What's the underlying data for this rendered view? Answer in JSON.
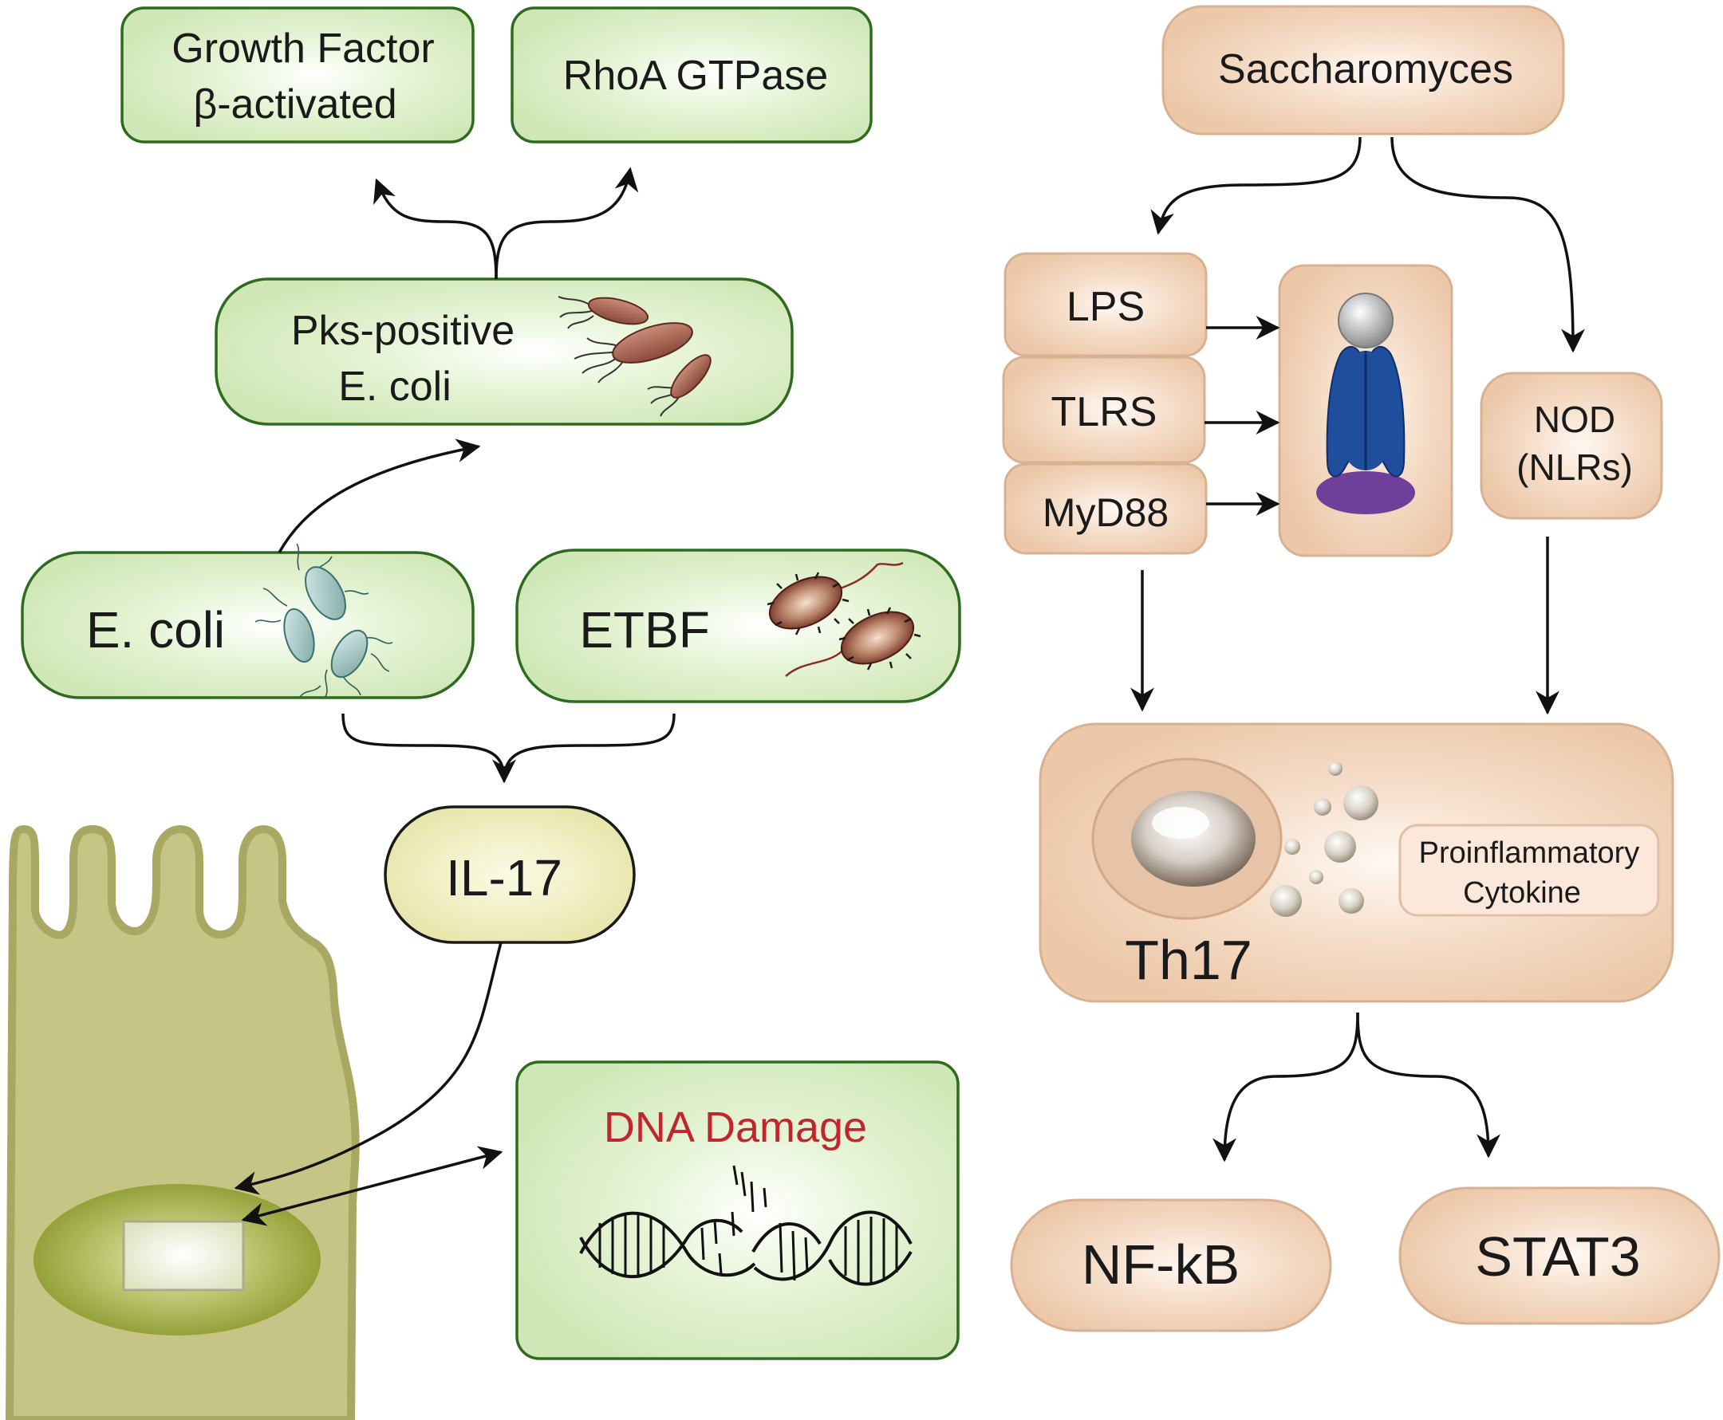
{
  "colors": {
    "green_fill": "#d6ecc0",
    "green_stroke": "#2e6b1e",
    "peach_fill": "#f0cfb4",
    "peach_stroke": "#d8b092",
    "yellow_fill": "#ecebb2",
    "cell_fill": "#c8c78a",
    "nucleus_fill": "#9aa63e",
    "dna_red": "#c0272d",
    "receptor_blue": "#1f4e9c",
    "receptor_purple": "#6f3f99",
    "arrow": "#111111"
  },
  "left": {
    "growth_factor": {
      "line1": "Growth Factor",
      "line2": "β-activated"
    },
    "rhoa": "RhoA GTPase",
    "pks": {
      "line1": "Pks-positive",
      "line2": "E. coli"
    },
    "ecoli": "E. coli",
    "etbf": "ETBF",
    "il17": "IL-17",
    "dna_damage": "DNA Damage"
  },
  "right": {
    "saccharomyces": "Saccharomyces",
    "lps": "LPS",
    "tlrs": "TLRS",
    "myd88": "MyD88",
    "nod": {
      "line1": "NOD",
      "line2": "(NLRs)"
    },
    "th17": "Th17",
    "cytokine": {
      "line1": "Proinflammatory",
      "line2": "Cytokine"
    },
    "nfkb": "NF-kB",
    "stat3": "STAT3"
  },
  "icons": {
    "ecoli_bacteria": "green-bacteria-icon",
    "pks_bacteria": "brown-bacteria-icon",
    "etbf_bacteria": "etbf-bacteria-icon",
    "receptor": "tlr-receptor-icon",
    "dna": "broken-dna-icon",
    "cell": "epithelial-cell-icon",
    "th17_cell": "th17-cell-icon"
  }
}
